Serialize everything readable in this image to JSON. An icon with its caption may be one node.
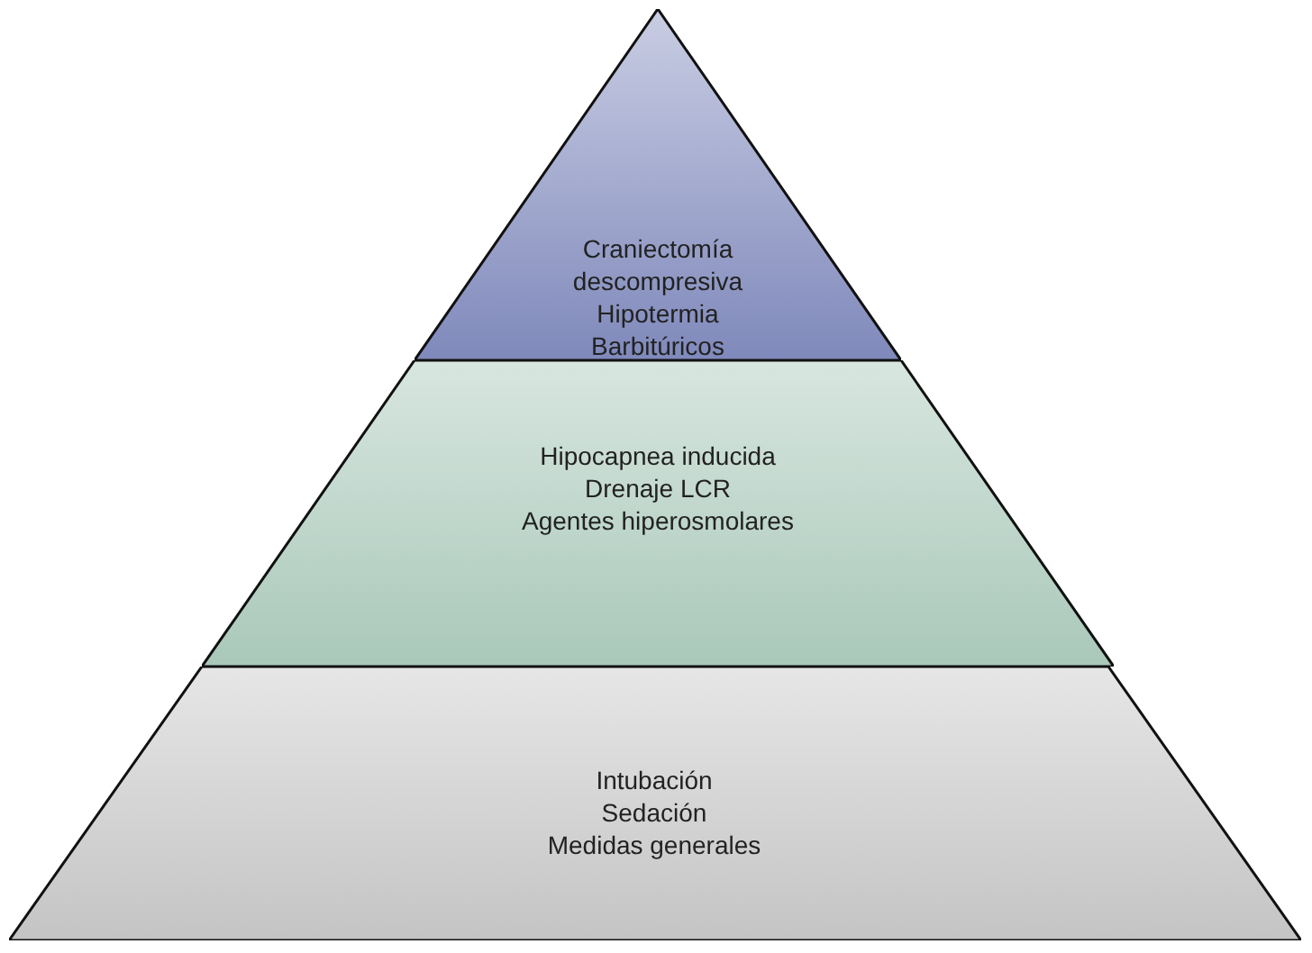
{
  "diagram": {
    "nodes": [
      {
        "text": [
          "Craniectomía descompresiva",
          "Hipotermia",
          "Barbitúricos"
        ]
      },
      {
        "text": [
          "Hipocapnea inducida",
          "Drenaje LCR",
          "Agentes hiperosmolares"
        ]
      },
      {
        "text": [
          "Intubación",
          "Sedación",
          "Medidas generales"
        ]
      }
    ]
  }
}
